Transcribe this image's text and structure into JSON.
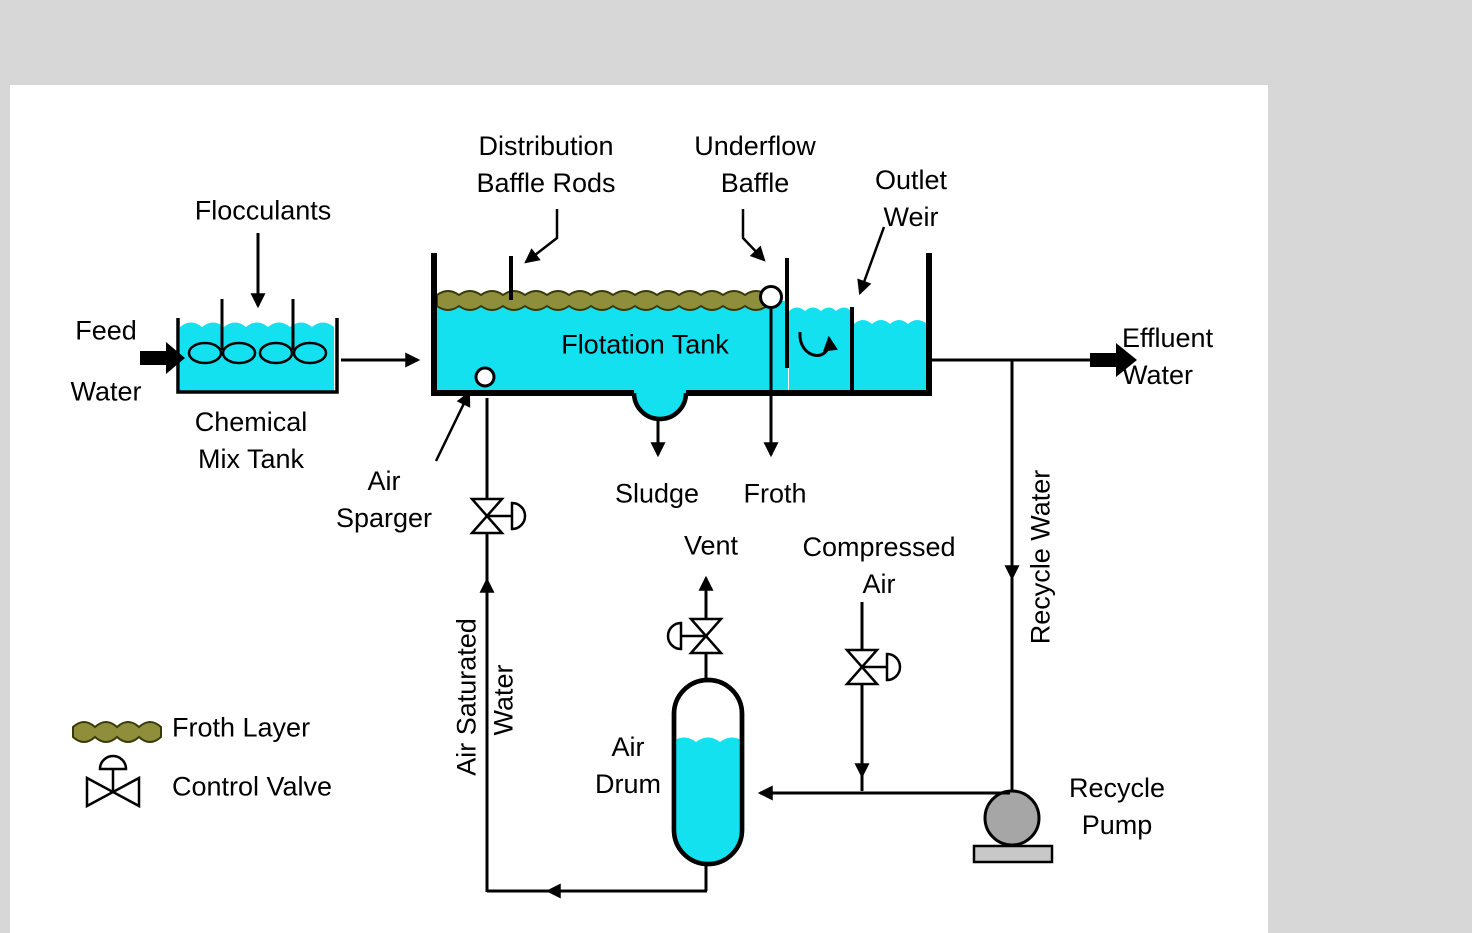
{
  "colors": {
    "water": "#14E1F0",
    "froth_fill": "#8E8E3B",
    "froth_stroke": "#3A3A08",
    "pump_body": "#A6A6A6",
    "pump_base": "#C8C8C8",
    "line": "#000000",
    "page_background": "#D7D7D7",
    "canvas_background": "#FFFFFF"
  },
  "labels": {
    "flocculants": "Flocculants",
    "feed": "Feed",
    "feed_water": "Water",
    "chemical_mix_tank": "Chemical\nMix Tank",
    "distribution_baffle_rods": "Distribution\nBaffle Rods",
    "underflow_baffle": "Underflow\nBaffle",
    "outlet_weir": "Outlet\nWeir",
    "flotation_tank": "Flotation Tank",
    "air_sparger": "Air\nSparger",
    "sludge": "Sludge",
    "froth": "Froth",
    "effluent_water": "Effluent\nWater",
    "recycle_water": "Recycle Water",
    "vent": "Vent",
    "compressed_air": "Compressed\nAir",
    "air_drum": "Air\nDrum",
    "air_saturated_line1": "Air Saturated",
    "air_saturated_line2": "Water",
    "recycle_pump": "Recycle\nPump"
  },
  "legend": {
    "froth_layer": "Froth Layer",
    "control_valve": "Control Valve"
  }
}
